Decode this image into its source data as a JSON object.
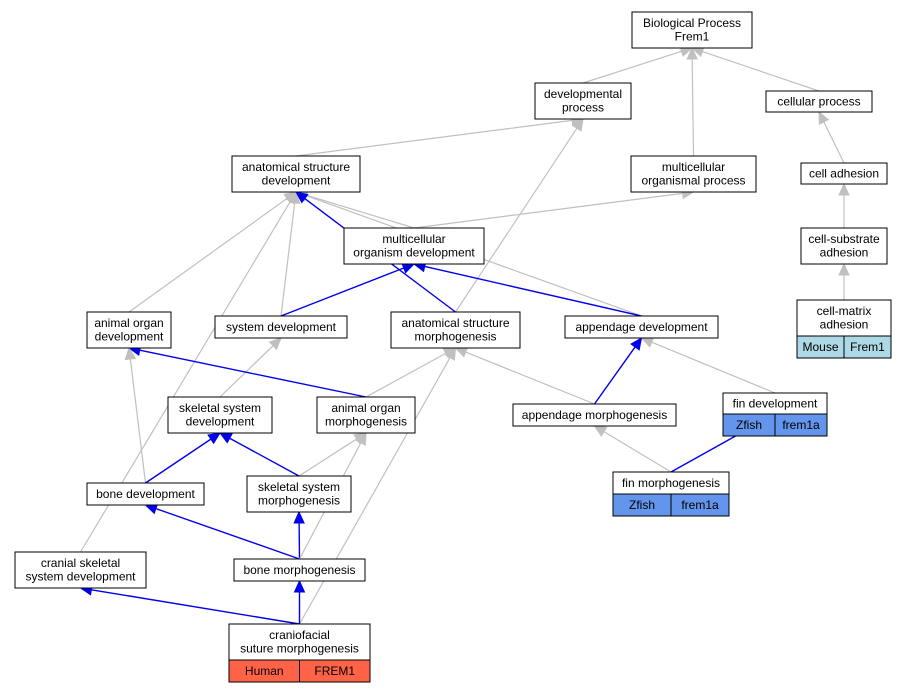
{
  "colors": {
    "grey_edge": "#c0c0c0",
    "blue_edge": "#0000ee",
    "node_border": "#000000",
    "node_fill": "#ffffff",
    "mouse": "#add8e6",
    "zfish": "#6495ed",
    "human": "#ff6347"
  },
  "nodes": [
    {
      "id": "bp",
      "lines": [
        "Biological Process",
        "Frem1"
      ]
    },
    {
      "id": "dev",
      "lines": [
        "developmental",
        "process"
      ]
    },
    {
      "id": "cell",
      "lines": [
        "cellular process"
      ]
    },
    {
      "id": "asd",
      "lines": [
        "anatomical structure",
        "development"
      ]
    },
    {
      "id": "mop",
      "lines": [
        "multicellular",
        "organismal process"
      ]
    },
    {
      "id": "ca",
      "lines": [
        "cell adhesion"
      ]
    },
    {
      "id": "mod",
      "lines": [
        "multicellular",
        "organism development"
      ]
    },
    {
      "id": "csa",
      "lines": [
        "cell-substrate",
        "adhesion"
      ]
    },
    {
      "id": "aod",
      "lines": [
        "animal organ",
        "development"
      ]
    },
    {
      "id": "sd",
      "lines": [
        "system development"
      ]
    },
    {
      "id": "asm",
      "lines": [
        "anatomical structure",
        "morphogenesis"
      ]
    },
    {
      "id": "apd",
      "lines": [
        "appendage development"
      ]
    },
    {
      "id": "cma",
      "lines": [
        "cell-matrix",
        "adhesion"
      ],
      "badge": [
        "Mouse",
        "Frem1"
      ],
      "badge_color": "mouse"
    },
    {
      "id": "ssd",
      "lines": [
        "skeletal system",
        "development"
      ]
    },
    {
      "id": "aom",
      "lines": [
        "animal organ",
        "morphogenesis"
      ]
    },
    {
      "id": "apm",
      "lines": [
        "appendage morphogenesis"
      ]
    },
    {
      "id": "fd",
      "lines": [
        "fin development"
      ],
      "badge": [
        "Zfish",
        "frem1a"
      ],
      "badge_color": "zfish"
    },
    {
      "id": "bd",
      "lines": [
        "bone development"
      ]
    },
    {
      "id": "ssm",
      "lines": [
        "skeletal system",
        "morphogenesis"
      ]
    },
    {
      "id": "fm",
      "lines": [
        "fin morphogenesis"
      ],
      "badge": [
        "Zfish",
        "frem1a"
      ],
      "badge_color": "zfish"
    },
    {
      "id": "csd",
      "lines": [
        "cranial skeletal",
        "system development"
      ]
    },
    {
      "id": "bm",
      "lines": [
        "bone morphogenesis"
      ]
    },
    {
      "id": "csm",
      "lines": [
        "craniofacial",
        "suture morphogenesis"
      ],
      "badge": [
        "Human",
        "FREM1"
      ],
      "badge_color": "human"
    }
  ],
  "edges": [
    {
      "from": "dev",
      "to": "bp",
      "kind": "grey"
    },
    {
      "from": "cell",
      "to": "bp",
      "kind": "grey"
    },
    {
      "from": "mop",
      "to": "bp",
      "kind": "grey"
    },
    {
      "from": "asd",
      "to": "dev",
      "kind": "grey"
    },
    {
      "from": "asm",
      "to": "dev",
      "kind": "grey"
    },
    {
      "from": "ca",
      "to": "cell",
      "kind": "grey"
    },
    {
      "from": "csa",
      "to": "ca",
      "kind": "grey"
    },
    {
      "from": "cma",
      "to": "csa",
      "kind": "grey"
    },
    {
      "from": "mod",
      "to": "asd",
      "kind": "grey"
    },
    {
      "from": "mod",
      "to": "mop",
      "kind": "grey"
    },
    {
      "from": "apd",
      "to": "asd",
      "kind": "grey"
    },
    {
      "from": "aod",
      "to": "asd",
      "kind": "grey"
    },
    {
      "from": "sd",
      "to": "asd",
      "kind": "grey"
    },
    {
      "from": "csd",
      "to": "asd",
      "kind": "grey"
    },
    {
      "from": "asm",
      "to": "asd",
      "kind": "blue"
    },
    {
      "from": "sd",
      "to": "mod",
      "kind": "blue"
    },
    {
      "from": "apd",
      "to": "mod",
      "kind": "blue"
    },
    {
      "from": "ssd",
      "to": "sd",
      "kind": "grey"
    },
    {
      "from": "aom",
      "to": "aod",
      "kind": "blue"
    },
    {
      "from": "aom",
      "to": "asm",
      "kind": "grey"
    },
    {
      "from": "apm",
      "to": "asm",
      "kind": "grey"
    },
    {
      "from": "csm",
      "to": "asm",
      "kind": "grey"
    },
    {
      "from": "apm",
      "to": "apd",
      "kind": "blue"
    },
    {
      "from": "fd",
      "to": "apd",
      "kind": "grey"
    },
    {
      "from": "fm",
      "to": "apm",
      "kind": "grey"
    },
    {
      "from": "fm",
      "to": "fd",
      "kind": "blue"
    },
    {
      "from": "bd",
      "to": "aod",
      "kind": "grey"
    },
    {
      "from": "bd",
      "to": "ssd",
      "kind": "blue"
    },
    {
      "from": "ssm",
      "to": "ssd",
      "kind": "blue"
    },
    {
      "from": "ssm",
      "to": "aom",
      "kind": "grey"
    },
    {
      "from": "bm",
      "to": "bd",
      "kind": "blue"
    },
    {
      "from": "bm",
      "to": "ssm",
      "kind": "blue"
    },
    {
      "from": "bm",
      "to": "aom",
      "kind": "grey"
    },
    {
      "from": "csm",
      "to": "bm",
      "kind": "blue"
    },
    {
      "from": "csm",
      "to": "csd",
      "kind": "blue"
    }
  ]
}
